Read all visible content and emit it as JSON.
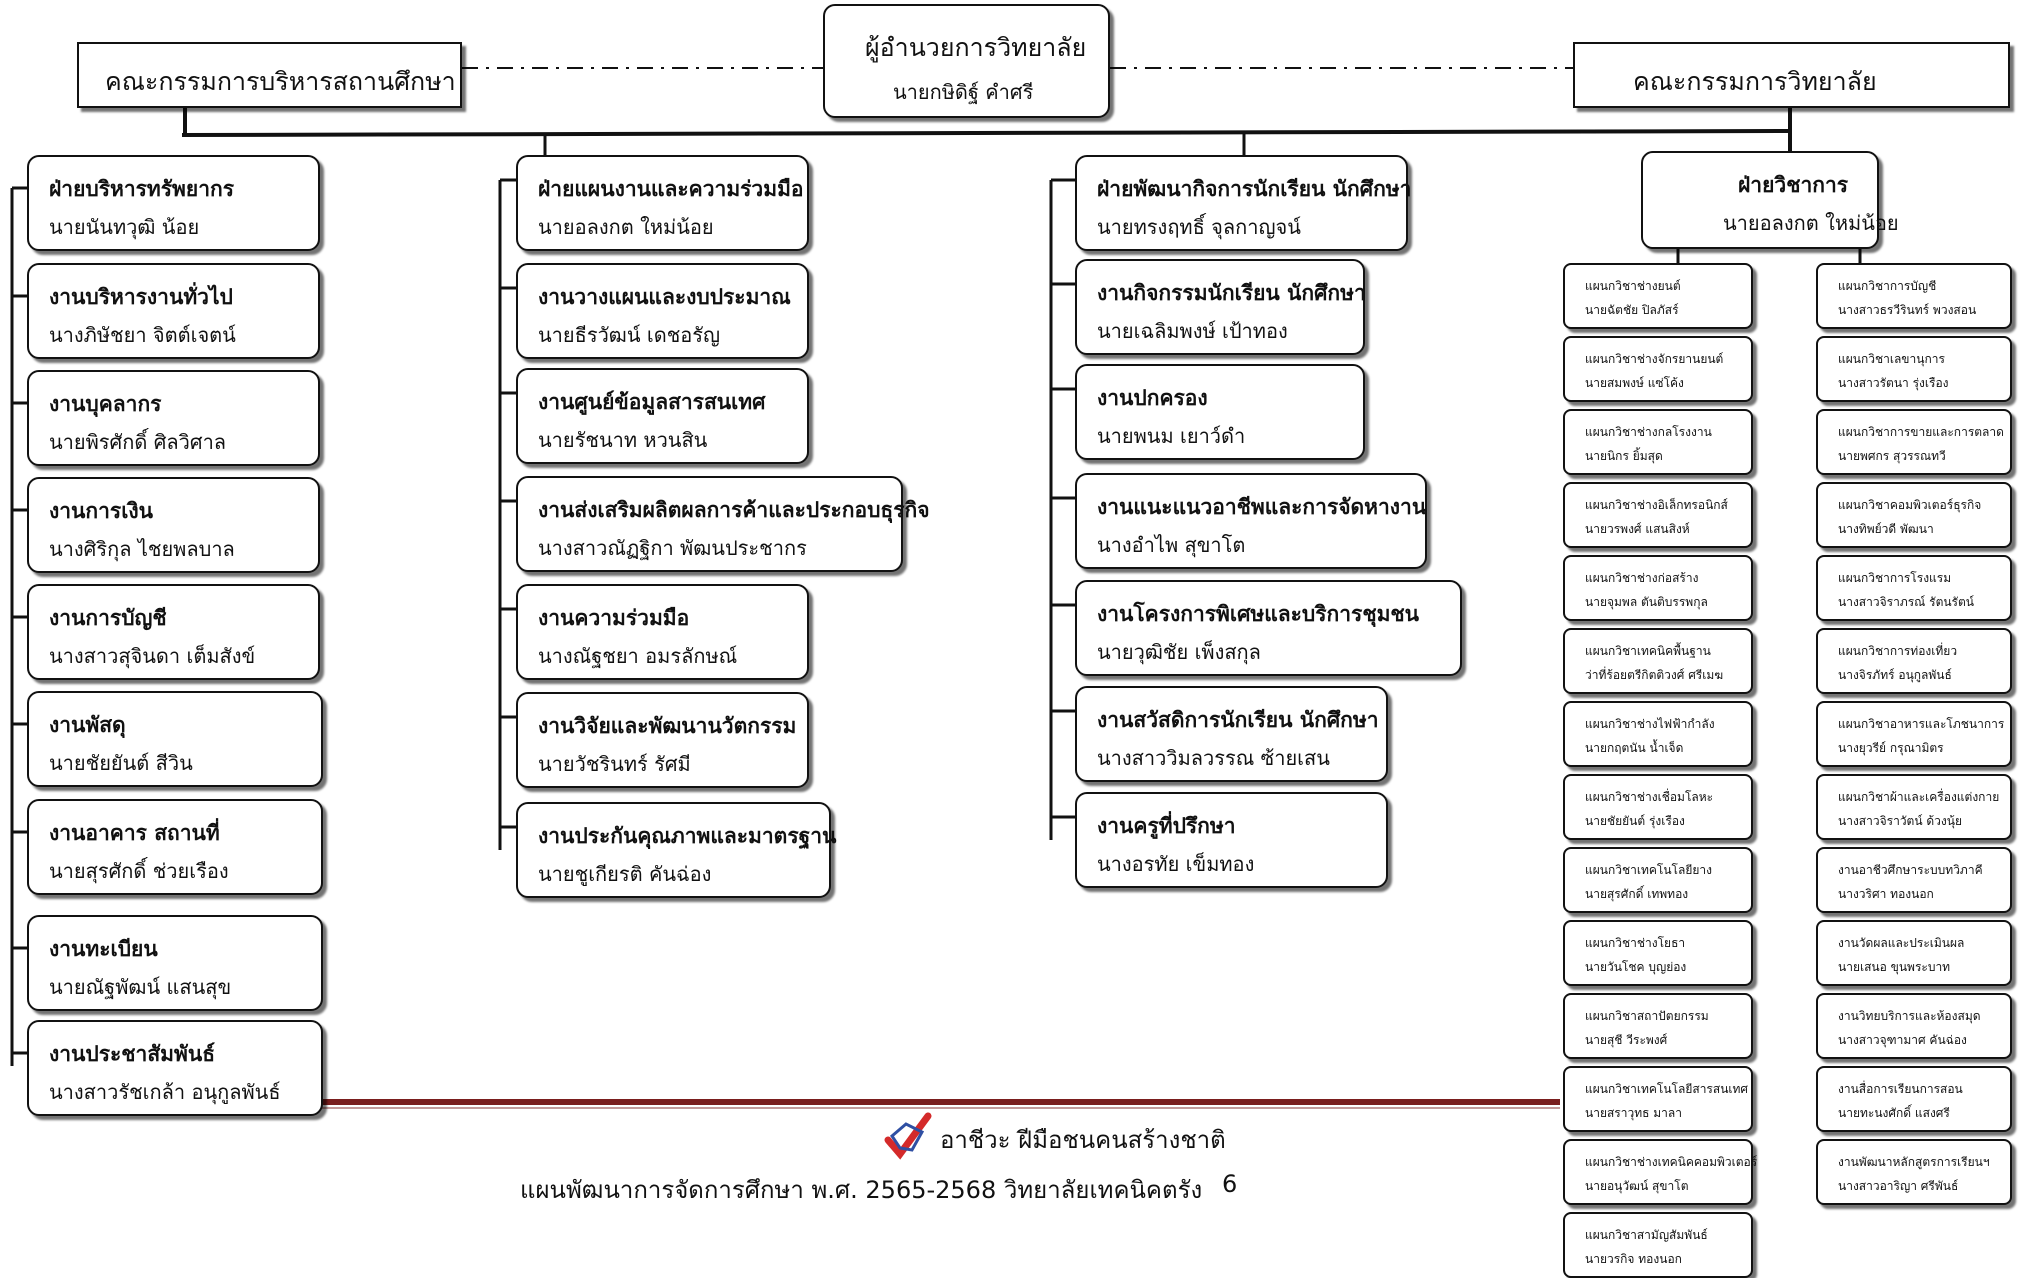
{
  "top": {
    "director": {
      "title": "ผู้อำนวยการวิทยาลัย",
      "name": "นายกษิดิฐ์ คำศรี"
    },
    "left_committee": "คณะกรรมการบริหารสถานศึกษา",
    "right_committee": "คณะกรรมการวิทยาลัย"
  },
  "col1": [
    {
      "title": "ฝ่ายบริหารทรัพยากร",
      "name": "นายนันทวุฒิ น้อย"
    },
    {
      "title": "งานบริหารงานทั่วไป",
      "name": "นางภิษัชยา  จิตต์เจตน์"
    },
    {
      "title": "งานบุคลากร",
      "name": "นายพิรศักดิ์  ศิลวิศาล"
    },
    {
      "title": "งานการเงิน",
      "name": "นางศิริกุล  ไชยพลบาล"
    },
    {
      "title": "งานการบัญชี",
      "name": "นางสาวสุจินดา เต็มสังข์"
    },
    {
      "title": "งานพัสดุ",
      "name": "นายชัยยันต์ สีวิน"
    },
    {
      "title": "งานอาคาร สถานที่",
      "name": "นายสุรศักดิ์ ช่วยเรือง"
    },
    {
      "title": "งานทะเบียน",
      "name": "นายณัฐพัฒน์  แสนสุข"
    },
    {
      "title": "งานประชาสัมพันธ์",
      "name": "นางสาวรัชเกล้า  อนุกูลพันธ์"
    }
  ],
  "col2": [
    {
      "title": "ฝ่ายแผนงานและความร่วมมือ",
      "name": "นายอลงกต ใหม่น้อย"
    },
    {
      "title": "งานวางแผนและงบประมาณ",
      "name": "นายธีรวัฒน์ เดชอรัญ"
    },
    {
      "title": "งานศูนย์ข้อมูลสารสนเทศ",
      "name": "นายรัชนาท หวนสิน"
    },
    {
      "title": "งานส่งเสริมผลิตผลการค้าและประกอบธุรกิจ",
      "name": "นางสาวณัฏฐิกา  พัฒนประชากร"
    },
    {
      "title": "งานความร่วมมือ",
      "name": "นางณัฐชยา  อมรลักษณ์"
    },
    {
      "title": "งานวิจัยและพัฒนานวัตกรรม",
      "name": "นายวัชรินทร์ รัศมี"
    },
    {
      "title": "งานประกันคุณภาพและมาตรฐาน",
      "name": "นายชูเกียรติ  คันฉ่อง"
    }
  ],
  "col3": [
    {
      "title": "ฝ่ายพัฒนากิจการนักเรียน นักศึกษา",
      "name": "นายทรงฤทธิ์  จุลกาญจน์"
    },
    {
      "title": "งานกิจกรรมนักเรียน นักศึกษา",
      "name": "นายเฉลิมพงษ์ เป้าทอง"
    },
    {
      "title": "งานปกครอง",
      "name": "นายพนม เยาว์ดำ"
    },
    {
      "title": "งานแนะแนวอาชีพและการจัดหางาน",
      "name": "นางอำไพ สุขาโต"
    },
    {
      "title": "งานโครงการพิเศษและบริการชุมชน",
      "name": "นายวุฒิชัย เพ็งสกุล"
    },
    {
      "title": "งานสวัสดิการนักเรียน นักศึกษา",
      "name": "นางสาววิมลวรรณ ซ้ายเสน"
    },
    {
      "title": "งานครูที่ปรึกษา",
      "name": "นางอรทัย เข็มทอง"
    }
  ],
  "col4": {
    "head": {
      "title": "ฝ่ายวิชาการ",
      "name": "นายอลงกต ใหม่น้อย"
    },
    "left": [
      {
        "title": "แผนกวิชาช่างยนต์",
        "name": "นายฉัตชัย ปิลภัสร์"
      },
      {
        "title": "แผนกวิชาช่างจักรยานยนต์",
        "name": "นายสมพงษ์  แซ่โค้ง"
      },
      {
        "title": "แผนกวิชาช่างกลโรงงาน",
        "name": "นายนิกร  ยิ้มสุด"
      },
      {
        "title": "แผนกวิชาช่างอิเล็กทรอนิกส์",
        "name": "นายวรพงศ์ แสนสิงห์"
      },
      {
        "title": "แผนกวิชาช่างก่อสร้าง",
        "name": "นายจุมพล  ตันติบรรพกุล"
      },
      {
        "title": "แผนกวิชาเทคนิคพื้นฐาน",
        "name": "ว่าที่ร้อยตรีกิตติวงศ์  ศรีเมฆ"
      },
      {
        "title": "แผนกวิชาช่างไฟฟ้ากำลัง",
        "name": "นายกฤตนัน น้ำเจ็ด"
      },
      {
        "title": "แผนกวิชาช่างเชื่อมโลหะ",
        "name": "นายชัยยันต์  รุ่งเรือง"
      },
      {
        "title": "แผนกวิชาเทคโนโลยียาง",
        "name": "นายสุรศักดิ์  เทพทอง"
      },
      {
        "title": "แผนกวิชาช่างโยธา",
        "name": "นายวันโชค บุญย่อง"
      },
      {
        "title": "แผนกวิชาสถาปัตยกรรม",
        "name": "นายสุชี  วีระพงศ์"
      },
      {
        "title": "แผนกวิชาเทคโนโลยีสารสนเทศ",
        "name": "นายสราวุทธ  มาลา"
      },
      {
        "title": "แผนกวิชาช่างเทคนิคคอมพิวเตอร์",
        "name": "นายอนุวัฒน์  สุขาโต"
      },
      {
        "title": "แผนกวิชาสามัญสัมพันธ์",
        "name": "นายวรกิจ ทองนอก"
      }
    ],
    "right": [
      {
        "title": "แผนกวิชาการบัญชี",
        "name": "นางสาวธรวีรินทร์  พวงสอน"
      },
      {
        "title": "แผนกวิชาเลขานุการ",
        "name": "นางสาวรัตนา รุ่งเรือง"
      },
      {
        "title": "แผนกวิชาการขายและการตลาด",
        "name": "นายพศกร  สุวรรณทวี"
      },
      {
        "title": "แผนกวิชาคอมพิวเตอร์ธุรกิจ",
        "name": "นางทิพย์วดี  พัฒนา"
      },
      {
        "title": "แผนกวิชาการโรงแรม",
        "name": "นางสาวจิราภรณ์  รัตนรัตน์"
      },
      {
        "title": "แผนกวิชาการท่องเที่ยว",
        "name": "นางจิรภัทร์  อนุกูลพันธ์"
      },
      {
        "title": "แผนกวิชาอาหารและโภชนาการ",
        "name": "นางยุวรีย์  กรุณามิตร"
      },
      {
        "title": "แผนกวิชาผ้าและเครื่องแต่งกาย",
        "name": "นางสาวจิราวัตน์  ด้วงนุ้ย"
      },
      {
        "title": "งานอาชีวศึกษาระบบทวิภาคี",
        "name": "นางวริศา  ทองนอก"
      },
      {
        "title": "งานวัดผลและประเมินผล",
        "name": "นายเสนอ  ขุนพระบาท"
      },
      {
        "title": "งานวิทยบริการและห้องสมุด",
        "name": "นางสาวจุฑามาศ คันฉ่อง"
      },
      {
        "title": "งานสื่อการเรียนการสอน",
        "name": "นายทะนงศักดิ์  แสงศรี"
      },
      {
        "title": "งานพัฒนาหลักสูตรการเรียนฯ",
        "name": "นางสาวอาริญา ศรีพันธ์"
      }
    ]
  },
  "footer": {
    "slogan": "อาชีวะ  ฝีมือชนคนสร้างชาติ",
    "doc_line": "แผนพัฒนาการจัดการศึกษา  พ.ศ. 2565-2568  วิทยาลัยเทคนิคตรัง",
    "page_number": "6"
  },
  "colors": {
    "line": "#111111",
    "accent": "#7a1e1e",
    "logo_red": "#d42a2a",
    "logo_blue": "#2f4fa3"
  },
  "icons": {
    "logo": "hand-check-logo"
  }
}
